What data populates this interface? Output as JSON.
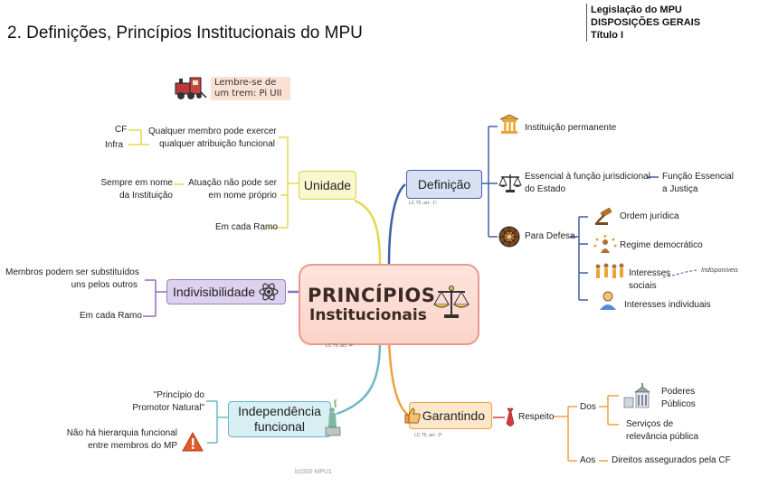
{
  "page": {
    "title": "2. Definições, Princípios Institucionais do MPU",
    "legislation": [
      "Legislação do MPU",
      "DISPOSIÇÕES GERAIS",
      "Título I"
    ],
    "footer": "b1000 MPU1"
  },
  "center": {
    "line1": "PRINCÍPIOS",
    "line2": "Institucionais",
    "ref": "LC 75, art.: 4º",
    "icon": "scales-icon"
  },
  "note": {
    "text_line1": "Lembre-se de",
    "text_line2": "um trem: Pi UII",
    "icon": "train-icon"
  },
  "unidade": {
    "label": "Unidade",
    "branches": {
      "membro": {
        "line1": "Qualquer membro pode exercer",
        "line2": "qualquer atribuição funcional"
      },
      "cf": "CF",
      "infra": "Infra",
      "atuacao": {
        "line1": "Atuação não pode ser",
        "line2": "em nome próprio"
      },
      "nome": {
        "line1": "Sempre em nome",
        "line2": "da Instituição"
      },
      "ramo": "Em cada Ramo"
    }
  },
  "indivisibilidade": {
    "label": "Indivisibilidade",
    "icon": "atom-icon",
    "branches": {
      "membros": {
        "line1": "Membros podem ser substituídos",
        "line2": "uns pelos outros"
      },
      "ramo": "Em cada Ramo"
    }
  },
  "independencia": {
    "label_line1": "Independência",
    "label_line2": "funcional",
    "icon": "statue-of-liberty-icon",
    "branches": {
      "promotor": {
        "line1": "\"Princípio do",
        "line2": "Promotor Natural\""
      },
      "hierarquia": {
        "line1": "Não há hierarquia funcional",
        "line2": "entre membros do MP"
      },
      "warning_icon": "warning-icon"
    }
  },
  "definicao": {
    "label": "Definição",
    "ref": "LC 75, art.: 1º",
    "branches": {
      "permanente": "Instituição permanente",
      "essencial": {
        "line1": "Essencial à função jurisdicional",
        "line2": "do Estado"
      },
      "funcao": {
        "line1": "Função Essencial",
        "line2": "a Justiça"
      },
      "defesa": "Para Defesa",
      "ordem": "Ordem jurídica",
      "regime": "Regime democrático",
      "sociais": {
        "line1": "Interesses",
        "line2": "sociais"
      },
      "individuais": "Interesses individuais",
      "indisponiveis": "Indisponíveis"
    }
  },
  "garantindo": {
    "label": "Garantindo",
    "ref": "LC 75, art.: 2º",
    "branches": {
      "respeito": "Respeito",
      "dos": "Dos",
      "aos": "Aos",
      "poderes": {
        "line1": "Poderes",
        "line2": "Públicos"
      },
      "servicos": {
        "line1": "Serviços de",
        "line2": "relevância pública"
      },
      "direitos": "Direitos assegurados pela CF"
    }
  },
  "colors": {
    "center_border": "#e89a8f",
    "center_fill": "#fbd4c8",
    "unidade_fill": "#f8f7cf",
    "unidade_border": "#d8d244",
    "indiv_fill": "#ddd2ee",
    "indiv_border": "#9a7cc4",
    "indep_fill": "#d7eef3",
    "indep_border": "#69b7c9",
    "defin_fill": "#d7e1f3",
    "defin_border": "#3f5faa",
    "garant_fill": "#fde7c9",
    "garant_border": "#f0a040",
    "line_yellow": "#e6d84a",
    "line_purple": "#8e6fbe",
    "line_teal": "#6ab9c8",
    "line_blue": "#3e5fa8",
    "line_orange": "#f0a040",
    "line_red": "#d23b3b"
  }
}
